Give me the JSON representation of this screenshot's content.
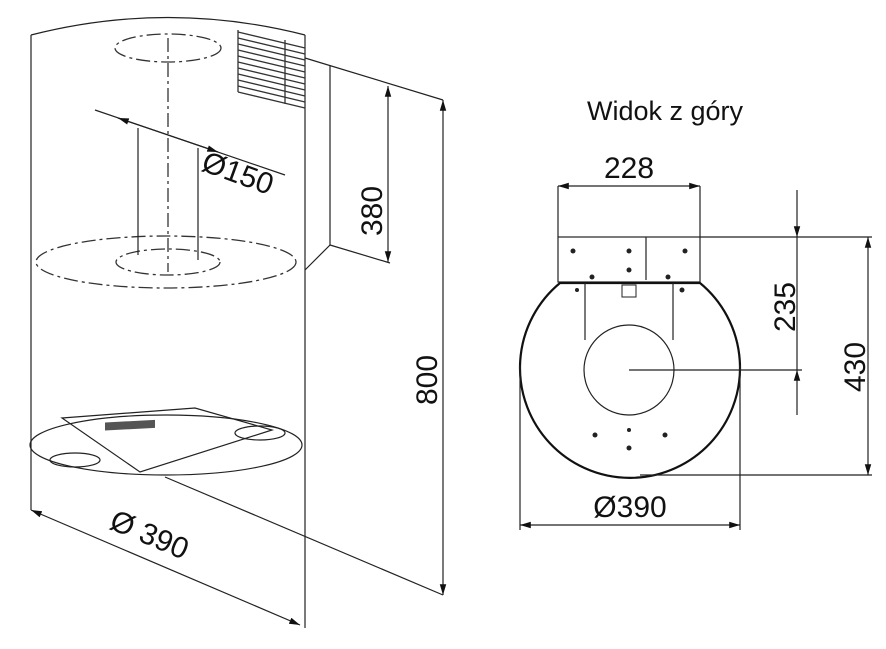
{
  "side_view": {
    "dim_duct_diameter": "Ø150",
    "dim_bracket_height": "380",
    "dim_total_height": "800",
    "dim_body_diameter": "Ø 390"
  },
  "top_view": {
    "title": "Widok z góry",
    "dim_bracket_width": "228",
    "dim_center_offset": "235",
    "dim_total_depth": "430",
    "dim_body_diameter": "Ø390"
  }
}
